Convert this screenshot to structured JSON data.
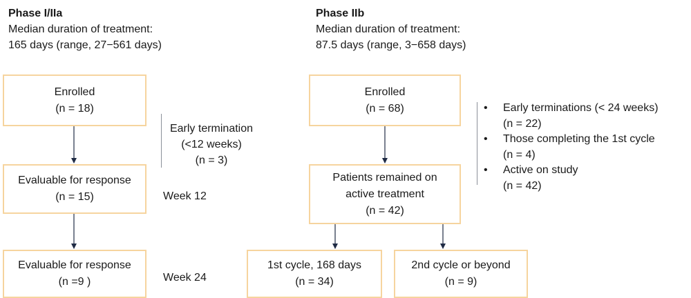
{
  "phase1": {
    "title": "Phase I/IIa",
    "line1": "Median duration of treatment:",
    "line2": "165 days (range, 27−561 days)",
    "box_enrolled": {
      "label": "Enrolled",
      "n": "(n = 18)"
    },
    "box_eval12": {
      "label": "Evaluable for response",
      "n": "(n = 15)"
    },
    "box_eval24": {
      "label": "Evaluable for response",
      "n": "(n =9 )"
    },
    "termination": {
      "line1": "Early termination",
      "line2": "(<12 weeks)",
      "line3": "(n = 3)"
    },
    "week12": "Week 12",
    "week24": "Week 24"
  },
  "phase2": {
    "title": "Phase IIb",
    "line1": "Median duration of treatment:",
    "line2": "87.5 days (range, 3−658 days)",
    "box_enrolled": {
      "label": "Enrolled",
      "n": "(n = 68)"
    },
    "box_active": {
      "line1": "Patients remained on",
      "line2": "active treatment",
      "n": "(n = 42)"
    },
    "box_cycle1": {
      "label": "1st cycle, 168 days",
      "n": "(n = 34)"
    },
    "box_cycle2": {
      "label": "2nd cycle or beyond",
      "n": "(n = 9)"
    },
    "bullets": [
      {
        "label": "Early terminations (< 24 weeks)",
        "n": "(n = 22)"
      },
      {
        "label": "Those completing the 1st cycle",
        "n": "(n = 4)"
      },
      {
        "label": "Active on study",
        "n": "(n = 42)"
      }
    ]
  },
  "colors": {
    "box_border": "#f6d49e",
    "arrow": "#1f2a44",
    "divider": "#8a8f98"
  }
}
